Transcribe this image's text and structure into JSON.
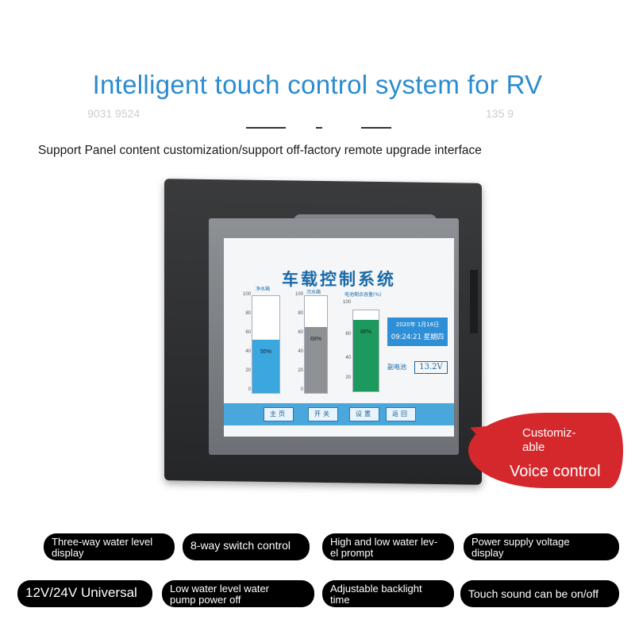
{
  "header": {
    "title": "Intelligent touch control system for RV",
    "subtitle": "Support Panel content customization/support off-factory remote upgrade interface"
  },
  "screen": {
    "title": "车载控制系统",
    "tanks": [
      {
        "label": "净水箱",
        "percent": "55%",
        "level": 0.55,
        "color": "#3aa7de"
      },
      {
        "label": "污水箱",
        "percent": "68%",
        "level": 0.68,
        "color": "#8f9294"
      },
      {
        "label": "电池剩余容量(%)",
        "percent": "88%",
        "level": 0.88,
        "color": "#1c9a5e"
      }
    ],
    "axis_ticks": [
      "100",
      "80",
      "60",
      "40",
      "20",
      "0"
    ],
    "date": "2020年 1月16日",
    "time": "09:24:21 星期四",
    "voltage_label": "副电池",
    "voltage_value": "13.2V",
    "nav": [
      "主页",
      "开关",
      "设置",
      "返回"
    ]
  },
  "callout": {
    "line1": "Customiz-",
    "line2": "able",
    "line3": "Voice control"
  },
  "features": [
    {
      "line1": "Three-way water level",
      "line2": "display"
    },
    {
      "line1": "8-way switch control",
      "line2": ""
    },
    {
      "line1": "High and low water lev-",
      "line2": "el prompt"
    },
    {
      "line1": "Power supply voltage",
      "line2": "display"
    },
    {
      "line1": "12V/24V Universal",
      "line2": ""
    },
    {
      "line1": "Low water level water",
      "line2": "pump power off"
    },
    {
      "line1": "Adjustable backlight",
      "line2": "time"
    },
    {
      "line1": "Touch sound can be on/off",
      "line2": ""
    }
  ],
  "colors": {
    "title": "#2a8cd0",
    "callout": "#d4282d",
    "pill": "#000000"
  }
}
